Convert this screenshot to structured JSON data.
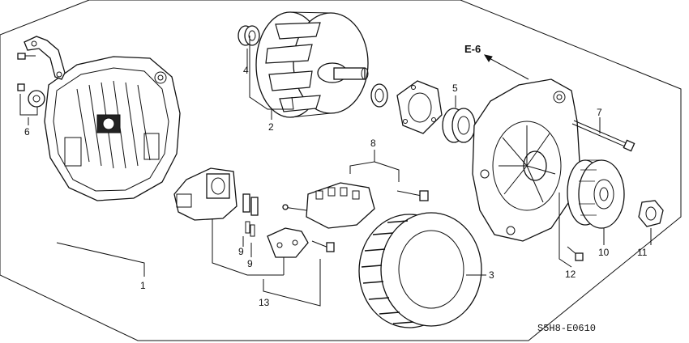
{
  "diagram": {
    "callouts": {
      "c1": "1",
      "c2": "2",
      "c3": "3",
      "c4": "4",
      "c5": "5",
      "c6": "6",
      "c7": "7",
      "c8": "8",
      "c9a": "9",
      "c9b": "9",
      "c10": "10",
      "c11": "11",
      "c12": "12",
      "c13": "13"
    },
    "reference": "E-6",
    "code": "S5H8-E0610"
  }
}
